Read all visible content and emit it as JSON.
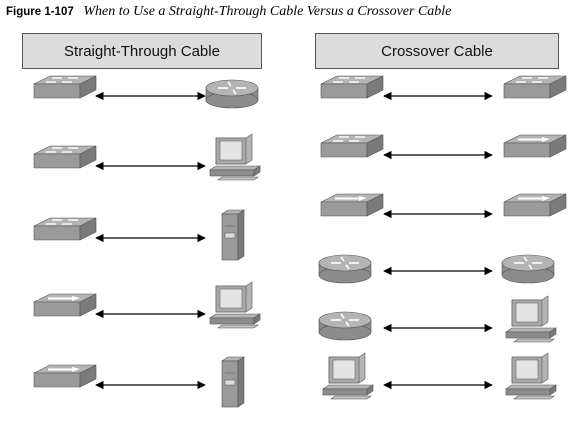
{
  "figure": {
    "number": "Figure 1-107",
    "title": "When to Use a Straight-Through Cable Versus a Crossover Cable"
  },
  "columns": [
    {
      "header": "Straight-Through Cable",
      "rows": [
        {
          "a": "switch",
          "b": "router"
        },
        {
          "a": "switch",
          "b": "pc"
        },
        {
          "a": "switch",
          "b": "server"
        },
        {
          "a": "hub",
          "b": "pc"
        },
        {
          "a": "hub",
          "b": "server"
        }
      ]
    },
    {
      "header": "Crossover Cable",
      "rows": [
        {
          "a": "switch",
          "b": "switch"
        },
        {
          "a": "switch",
          "b": "hub"
        },
        {
          "a": "hub",
          "b": "hub"
        },
        {
          "a": "router",
          "b": "router"
        },
        {
          "a": "router",
          "b": "pc"
        },
        {
          "a": "pc",
          "b": "pc"
        }
      ]
    }
  ],
  "link_style": "double-headed-arrow",
  "colors": {
    "device_top": "#b4b4b4",
    "device_side": "#7a7a7a",
    "header_fill": "#dcdcdc"
  }
}
